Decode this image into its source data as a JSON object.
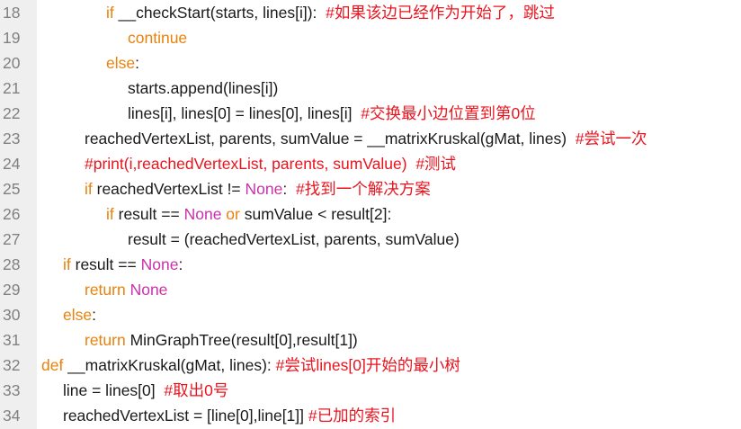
{
  "editor": {
    "lines": [
      {
        "num": "18",
        "indent": 3,
        "segments": [
          {
            "t": "kw",
            "v": "if "
          },
          {
            "t": "tx",
            "v": "__checkStart(starts, lines[i]):  "
          },
          {
            "t": "cm",
            "v": "#如果该边已经作为开始了，跳过"
          }
        ]
      },
      {
        "num": "19",
        "indent": 4,
        "segments": [
          {
            "t": "kw",
            "v": "continue"
          }
        ]
      },
      {
        "num": "20",
        "indent": 3,
        "segments": [
          {
            "t": "kw",
            "v": "else"
          },
          {
            "t": "tx",
            "v": ":"
          }
        ]
      },
      {
        "num": "21",
        "indent": 4,
        "segments": [
          {
            "t": "tx",
            "v": "starts.append(lines[i])"
          }
        ]
      },
      {
        "num": "22",
        "indent": 4,
        "segments": [
          {
            "t": "tx",
            "v": "lines[i], lines[0] = lines[0], lines[i]  "
          },
          {
            "t": "cm",
            "v": "#交换最小边位置到第0位"
          }
        ]
      },
      {
        "num": "23",
        "indent": 2,
        "segments": [
          {
            "t": "tx",
            "v": "reachedVertexList, parents, sumValue = __matrixKruskal(gMat, lines)  "
          },
          {
            "t": "cm",
            "v": "#尝试一次"
          }
        ]
      },
      {
        "num": "24",
        "indent": 2,
        "segments": [
          {
            "t": "cm",
            "v": "#print(i,reachedVertexList, parents, sumValue)  #测试"
          }
        ]
      },
      {
        "num": "25",
        "indent": 2,
        "segments": [
          {
            "t": "kw",
            "v": "if "
          },
          {
            "t": "tx",
            "v": "reachedVertexList != "
          },
          {
            "t": "kw2",
            "v": "None"
          },
          {
            "t": "tx",
            "v": ":  "
          },
          {
            "t": "cm",
            "v": "#找到一个解决方案"
          }
        ]
      },
      {
        "num": "26",
        "indent": 3,
        "segments": [
          {
            "t": "kw",
            "v": "if "
          },
          {
            "t": "tx",
            "v": "result == "
          },
          {
            "t": "kw2",
            "v": "None "
          },
          {
            "t": "kw",
            "v": "or "
          },
          {
            "t": "tx",
            "v": "sumValue < result[2]:"
          }
        ]
      },
      {
        "num": "27",
        "indent": 4,
        "segments": [
          {
            "t": "tx",
            "v": "result = (reachedVertexList, parents, sumValue)"
          }
        ]
      },
      {
        "num": "28",
        "indent": 1,
        "segments": [
          {
            "t": "kw",
            "v": "if "
          },
          {
            "t": "tx",
            "v": "result == "
          },
          {
            "t": "kw2",
            "v": "None"
          },
          {
            "t": "tx",
            "v": ":"
          }
        ]
      },
      {
        "num": "29",
        "indent": 2,
        "segments": [
          {
            "t": "kw",
            "v": "return "
          },
          {
            "t": "kw2",
            "v": "None"
          }
        ]
      },
      {
        "num": "30",
        "indent": 1,
        "segments": [
          {
            "t": "kw",
            "v": "else"
          },
          {
            "t": "tx",
            "v": ":"
          }
        ]
      },
      {
        "num": "31",
        "indent": 2,
        "segments": [
          {
            "t": "kw",
            "v": "return "
          },
          {
            "t": "tx",
            "v": "MinGraphTree(result[0],result[1])"
          }
        ]
      },
      {
        "num": "32",
        "indent": 0,
        "segments": [
          {
            "t": "kw",
            "v": "def "
          },
          {
            "t": "tx",
            "v": "__matrixKruskal(gMat, lines): "
          },
          {
            "t": "cm",
            "v": "#尝试lines[0]开始的最小树"
          }
        ]
      },
      {
        "num": "33",
        "indent": 1,
        "segments": [
          {
            "t": "tx",
            "v": "line = lines[0]  "
          },
          {
            "t": "cm",
            "v": "#取出0号"
          }
        ]
      },
      {
        "num": "34",
        "indent": 1,
        "segments": [
          {
            "t": "tx",
            "v": "reachedVertexList = [line[0],line[1]] "
          },
          {
            "t": "cm",
            "v": "#已加的索引"
          }
        ]
      }
    ]
  }
}
